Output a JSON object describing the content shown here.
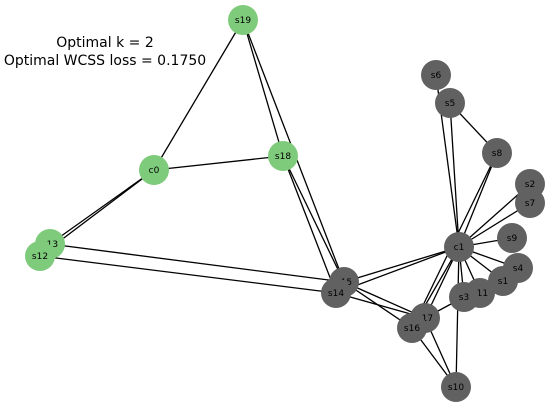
{
  "annotation": {
    "line1": "Optimal k = 2",
    "line2": "Optimal WCSS loss = 0.1750"
  },
  "colors": {
    "cluster_green": "#7fcb7c",
    "cluster_gray": "#616161",
    "edge": "#000000",
    "label": "#000000"
  },
  "graph": {
    "nodes": [
      {
        "id": "s19",
        "cluster": "green"
      },
      {
        "id": "c0",
        "cluster": "green"
      },
      {
        "id": "s18",
        "cluster": "green"
      },
      {
        "id": "s13",
        "cluster": "green"
      },
      {
        "id": "s12",
        "cluster": "green"
      },
      {
        "id": "s6",
        "cluster": "gray"
      },
      {
        "id": "s5",
        "cluster": "gray"
      },
      {
        "id": "s8",
        "cluster": "gray"
      },
      {
        "id": "s2",
        "cluster": "gray"
      },
      {
        "id": "s7",
        "cluster": "gray"
      },
      {
        "id": "c1",
        "cluster": "gray"
      },
      {
        "id": "s9",
        "cluster": "gray"
      },
      {
        "id": "s4",
        "cluster": "gray"
      },
      {
        "id": "s1",
        "cluster": "gray"
      },
      {
        "id": "s11",
        "cluster": "gray"
      },
      {
        "id": "s3",
        "cluster": "gray"
      },
      {
        "id": "s15",
        "cluster": "gray"
      },
      {
        "id": "s14",
        "cluster": "gray"
      },
      {
        "id": "s17",
        "cluster": "gray"
      },
      {
        "id": "s16",
        "cluster": "gray"
      },
      {
        "id": "s10",
        "cluster": "gray"
      }
    ],
    "edges": [
      [
        "s19",
        "c0"
      ],
      [
        "s19",
        "s18"
      ],
      [
        "s19",
        "s15"
      ],
      [
        "c0",
        "s18"
      ],
      [
        "c0",
        "s13"
      ],
      [
        "c0",
        "s12"
      ],
      [
        "s18",
        "s15"
      ],
      [
        "s18",
        "s14"
      ],
      [
        "s13",
        "s15"
      ],
      [
        "s12",
        "s14"
      ],
      [
        "s6",
        "c1"
      ],
      [
        "s5",
        "c1"
      ],
      [
        "s5",
        "s8"
      ],
      [
        "s8",
        "c1"
      ],
      [
        "s8",
        "s16"
      ],
      [
        "s2",
        "c1"
      ],
      [
        "s7",
        "c1"
      ],
      [
        "s9",
        "c1"
      ],
      [
        "s4",
        "c1"
      ],
      [
        "s1",
        "c1"
      ],
      [
        "s11",
        "c1"
      ],
      [
        "s3",
        "c1"
      ],
      [
        "s15",
        "c1"
      ],
      [
        "s14",
        "c1"
      ],
      [
        "s17",
        "c1"
      ],
      [
        "s16",
        "c1"
      ],
      [
        "s10",
        "c1"
      ],
      [
        "s15",
        "s17"
      ],
      [
        "s14",
        "s17"
      ],
      [
        "s15",
        "s16"
      ],
      [
        "s17",
        "s10"
      ],
      [
        "s16",
        "s10"
      ],
      [
        "s3",
        "s17"
      ]
    ]
  }
}
